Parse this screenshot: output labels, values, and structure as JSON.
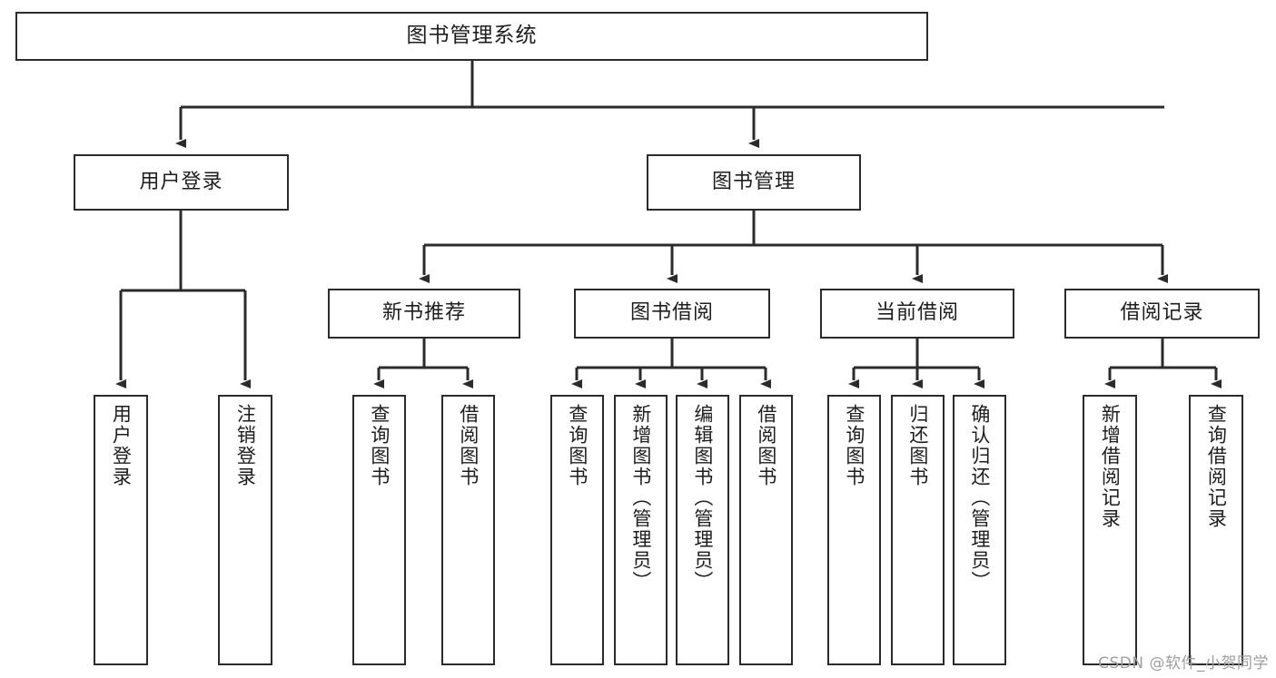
{
  "diagram": {
    "type": "tree",
    "title": "图书管理系统",
    "watermark": "CSDN @软件_小贺同学",
    "colors": {
      "border": "#2b2b2b",
      "text": "#1d1d1d",
      "background": "#ffffff",
      "connector": "#2b2b2b",
      "watermark": "#9e9e9e"
    },
    "nodes": {
      "root": {
        "label": "图书管理系统"
      },
      "level2": [
        {
          "label": "用户登录"
        },
        {
          "label": "图书管理"
        }
      ],
      "level3": [
        {
          "label": "新书推荐"
        },
        {
          "label": "图书借阅"
        },
        {
          "label": "当前借阅"
        },
        {
          "label": "借阅记录"
        }
      ],
      "leaves": [
        {
          "label": "用户登录",
          "parent": "用户登录"
        },
        {
          "label": "注销登录",
          "parent": "用户登录"
        },
        {
          "label": "查询图书",
          "parent": "新书推荐"
        },
        {
          "label": "借阅图书",
          "parent": "新书推荐"
        },
        {
          "label": "查询图书",
          "parent": "图书借阅"
        },
        {
          "label": "新增图书（管理员）",
          "parent": "图书借阅"
        },
        {
          "label": "编辑图书（管理员）",
          "parent": "图书借阅"
        },
        {
          "label": "借阅图书",
          "parent": "图书借阅"
        },
        {
          "label": "查询图书",
          "parent": "当前借阅"
        },
        {
          "label": "归还图书",
          "parent": "当前借阅"
        },
        {
          "label": "确认归还（管理员）",
          "parent": "当前借阅"
        },
        {
          "label": "新增借阅记录",
          "parent": "借阅记录"
        },
        {
          "label": "查询借阅记录",
          "parent": "借阅记录"
        }
      ]
    }
  }
}
